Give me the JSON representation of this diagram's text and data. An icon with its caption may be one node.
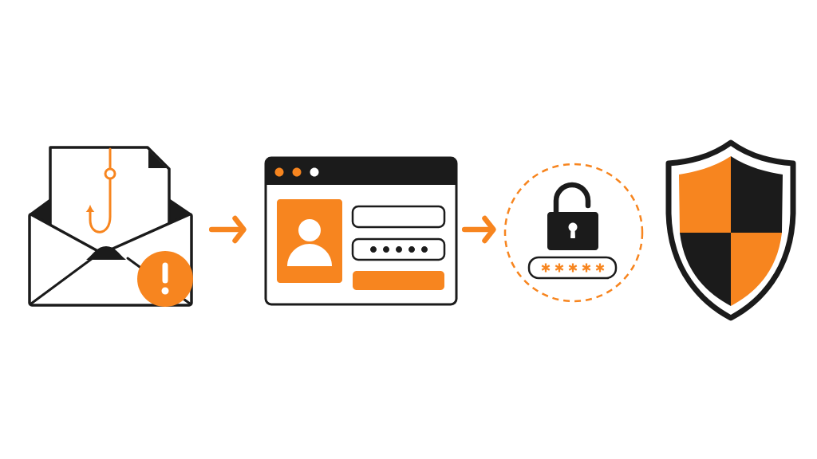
{
  "diagram": {
    "nodes": [
      {
        "text": [],
        "shape": "picture"
      },
      {
        "text": [],
        "shape": "picture"
      },
      {
        "text": [],
        "shape": "circle"
      },
      {
        "text": [],
        "shape": "picture"
      }
    ],
    "edges": [
      {
        "from": 0,
        "to": 1,
        "arrow": "to"
      },
      {
        "from": 1,
        "to": 2,
        "arrow": "to"
      }
    ]
  }
}
